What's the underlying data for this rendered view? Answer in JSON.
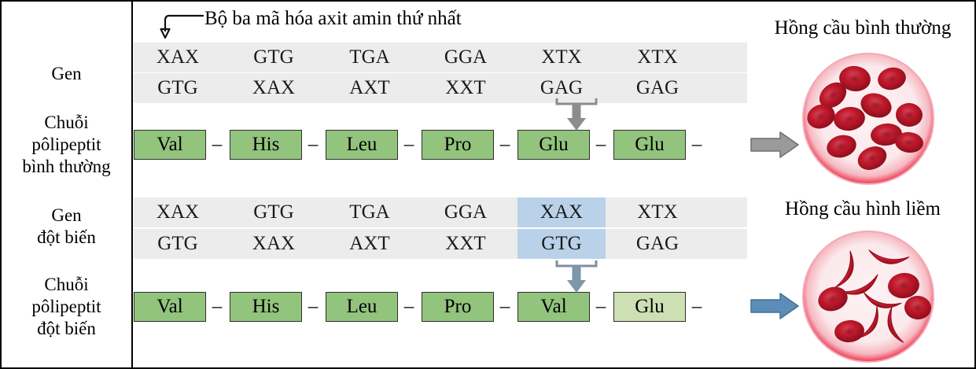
{
  "callout": {
    "text": "Bộ ba mã hóa axit amin thứ nhất",
    "icon": "hooked-down-arrow-icon"
  },
  "labels": {
    "gene_normal": "Gen",
    "polypeptide_normal_line1": "Chuỗi",
    "polypeptide_normal_line2": "pôlipeptit",
    "polypeptide_normal_line3": "bình thường",
    "gene_mutant_line1": "Gen",
    "gene_mutant_line2": "đột biến",
    "polypeptide_mutant_line1": "Chuỗi",
    "polypeptide_mutant_line2": "pôlipeptit",
    "polypeptide_mutant_line3": "đột biến"
  },
  "normal": {
    "gene_top": [
      "XAX",
      "GTG",
      "TGA",
      "GGA",
      "XTX",
      "XTX"
    ],
    "gene_bottom": [
      "GTG",
      "XAX",
      "AXT",
      "XXT",
      "GAG",
      "GAG"
    ],
    "highlight_index": -1,
    "polypeptide": [
      "Val",
      "His",
      "Leu",
      "Pro",
      "Glu",
      "Glu"
    ],
    "polypeptide_styles": [
      "normal",
      "normal",
      "normal",
      "normal",
      "normal",
      "normal"
    ],
    "separator": "–",
    "trailing_separator": "–",
    "transcription_arrow": "down-arrow-icon",
    "result_arrow": "right-arrow-icon",
    "cell_title": "Hồng cầu bình thường",
    "cell_shape": "round-red-blood-cells"
  },
  "mutant": {
    "gene_top": [
      "XAX",
      "GTG",
      "TGA",
      "GGA",
      "XAX",
      "XTX"
    ],
    "gene_bottom": [
      "GTG",
      "XAX",
      "AXT",
      "XXT",
      "GTG",
      "GAG"
    ],
    "highlight_index": 4,
    "polypeptide": [
      "Val",
      "His",
      "Leu",
      "Pro",
      "Val",
      "Glu"
    ],
    "polypeptide_styles": [
      "normal",
      "normal",
      "normal",
      "normal",
      "mutant",
      "light"
    ],
    "separator": "–",
    "trailing_separator": "–",
    "transcription_arrow": "down-arrow-icon",
    "result_arrow": "right-arrow-icon",
    "cell_title": "Hồng cầu hình liềm",
    "cell_shape": "sickle-red-blood-cells"
  },
  "colors": {
    "band": "#ececec",
    "highlight": "#b9d2ea",
    "aa_green": "#92c47d",
    "aa_green_light": "#cde0b4",
    "aa_blue": "#84b1dd",
    "arrow_gray": "#8c8c8c",
    "arrow_blue": "#5b8db8",
    "rbc_red": "#c1121f"
  }
}
